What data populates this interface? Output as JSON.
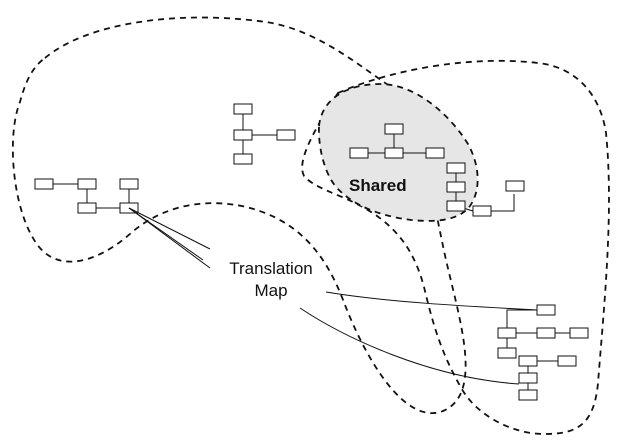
{
  "labels": {
    "shared": "Shared",
    "translation_line1": "Translation",
    "translation_line2": "Map"
  },
  "colors": {
    "shared_fill": "#e6e6e6",
    "outline": "#111111",
    "background": "#ffffff"
  }
}
